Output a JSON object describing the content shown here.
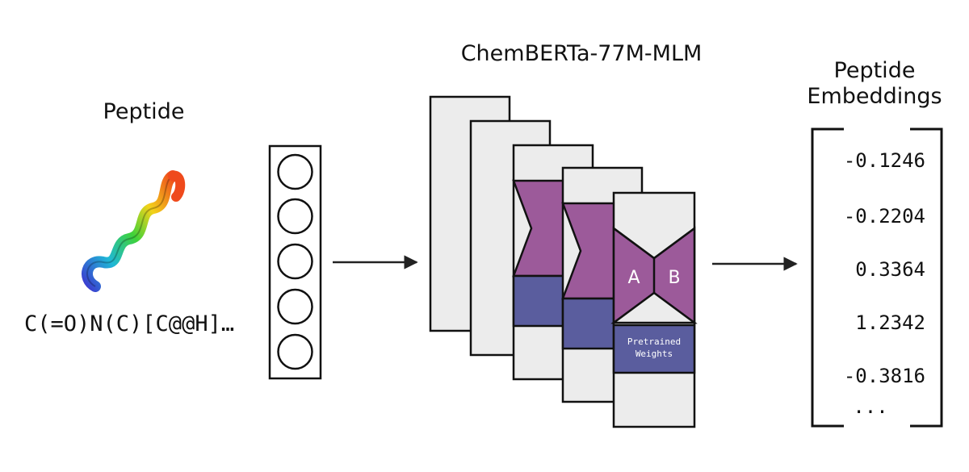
{
  "peptide": {
    "title": "Peptide",
    "smiles": "C(=O)N(C)[C@@H]…"
  },
  "model": {
    "title": "ChemBERTa-77M-MLM",
    "label_a": "A",
    "label_b": "B",
    "weights_line1": "Pretrained",
    "weights_line2": "Weights"
  },
  "embeddings": {
    "title_line1": "Peptide",
    "title_line2": "Embeddings",
    "values": [
      "-0.1246",
      "-0.2204",
      "0.3364",
      "1.2342",
      "-0.3816"
    ],
    "ellipsis": "..."
  },
  "colors": {
    "purple": "#9c5a9a",
    "navy": "#5a5d9e",
    "panel": "#ececec",
    "ink": "#111111"
  }
}
